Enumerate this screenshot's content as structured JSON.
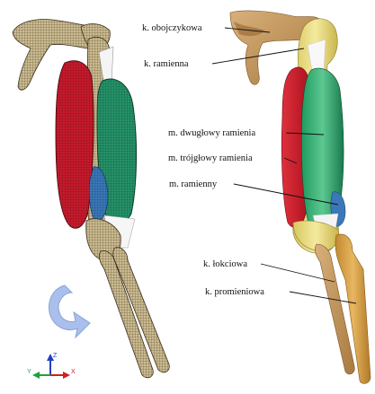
{
  "labels": {
    "clavicle": "k. obojczykowa",
    "humerus": "k. ramienna",
    "biceps": "m. dwugłowy ramienia",
    "triceps": "m. trójgłowy ramienia",
    "brachialis": "m. ramienny",
    "ulna": "k. łokciowa",
    "radius": "k. promieniowa"
  },
  "axes": {
    "x": "X",
    "y": "Y",
    "z": "Z"
  },
  "icons": {
    "rotation": "rotate-arrow-icon"
  },
  "colors": {
    "bone_mesh": "#c8b88e",
    "bone_solid": "#c69a5c",
    "triceps": "#c4182a",
    "biceps": "#1f8a5a",
    "brachialis": "#3a78b8",
    "humerus_head": "#efe08a",
    "radius": "#d6a246",
    "rotation_arrow": "#aac0ec",
    "axis_x": "#d02020",
    "axis_y": "#20a040",
    "axis_z": "#2040c0"
  }
}
